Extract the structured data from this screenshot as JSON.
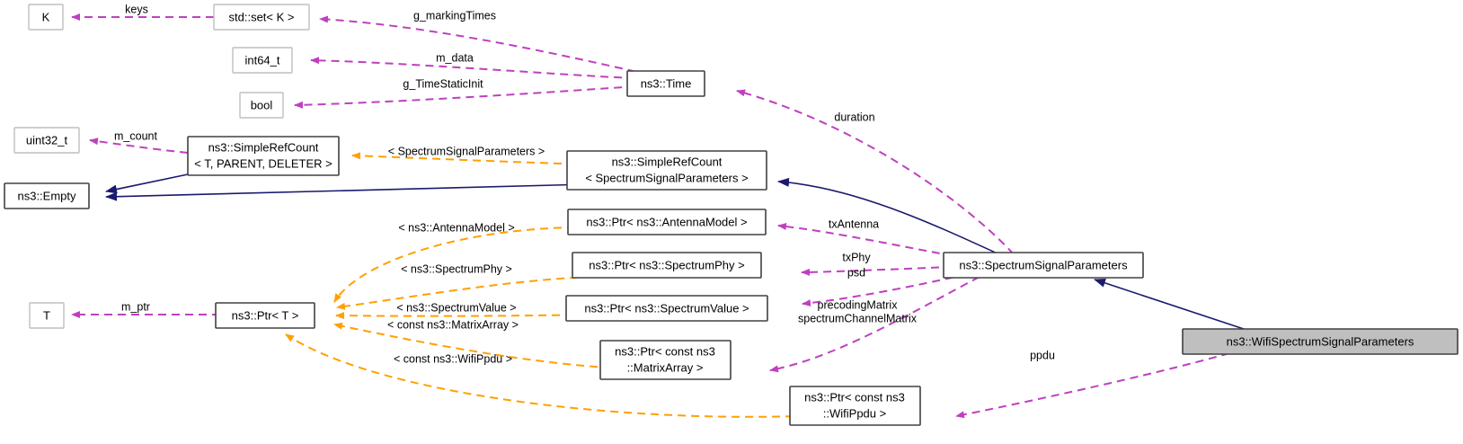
{
  "diagram": {
    "type": "collaboration-diagram",
    "colors": {
      "usage_edge": "#bf40bf",
      "template_edge": "#ffa000",
      "inheritance_edge": "#1a1a6e",
      "node_border": "#404040",
      "node_border_light": "#bfbfbf",
      "highlight_fill": "#bfbfbf",
      "background": "#ffffff"
    },
    "nodes": [
      {
        "id": "K",
        "label": "K",
        "style": "light"
      },
      {
        "id": "stdset",
        "label": "std::set< K >",
        "style": "light"
      },
      {
        "id": "int64",
        "label": "int64_t",
        "style": "light"
      },
      {
        "id": "bool",
        "label": "bool",
        "style": "light"
      },
      {
        "id": "uint32",
        "label": "uint32_t",
        "style": "light"
      },
      {
        "id": "empty",
        "label": "ns3::Empty",
        "style": "normal"
      },
      {
        "id": "srcTPD",
        "label_line1": "ns3::SimpleRefCount",
        "label_line2": "< T, PARENT, DELETER >",
        "style": "normal"
      },
      {
        "id": "time",
        "label": "ns3::Time",
        "style": "normal"
      },
      {
        "id": "srcSSP",
        "label_line1": "ns3::SimpleRefCount",
        "label_line2": "< SpectrumSignalParameters >",
        "style": "normal"
      },
      {
        "id": "ptrAntenna",
        "label": "ns3::Ptr< ns3::AntennaModel >",
        "style": "normal"
      },
      {
        "id": "ptrSpectrumPhy",
        "label": "ns3::Ptr< ns3::SpectrumPhy >",
        "style": "normal"
      },
      {
        "id": "ptrSpectrumValue",
        "label": "ns3::Ptr< ns3::SpectrumValue >",
        "style": "normal"
      },
      {
        "id": "ptrT",
        "label": "ns3::Ptr< T >",
        "style": "normal"
      },
      {
        "id": "T",
        "label": "T",
        "style": "light"
      },
      {
        "id": "ptrMatrixArray",
        "label_line1": "ns3::Ptr< const ns3",
        "label_line2": "::MatrixArray >",
        "style": "normal"
      },
      {
        "id": "ptrWifiPpdu",
        "label_line1": "ns3::Ptr< const ns3",
        "label_line2": "::WifiPpdu >",
        "style": "normal"
      },
      {
        "id": "ssp",
        "label": "ns3::SpectrumSignalParameters",
        "style": "normal"
      },
      {
        "id": "wifissp",
        "label": "ns3::WifiSpectrumSignalParameters",
        "style": "highlight"
      }
    ],
    "edge_labels": {
      "keys": "keys",
      "g_markingTimes": "g_markingTimes",
      "m_data": "m_data",
      "g_TimeStaticInit": "g_TimeStaticInit",
      "m_count": "m_count",
      "m_ptr": "m_ptr",
      "duration": "duration",
      "txAntenna": "txAntenna",
      "txPhy": "txPhy",
      "psd": "psd",
      "precodingMatrix": "precodingMatrix",
      "spectrumChannelMatrix": "spectrumChannelMatrix",
      "ppdu": "ppdu",
      "tmpl_ssp": "< SpectrumSignalParameters >",
      "tmpl_antenna": "< ns3::AntennaModel >",
      "tmpl_spectrumphy": "< ns3::SpectrumPhy >",
      "tmpl_spectrumvalue": "< ns3::SpectrumValue >",
      "tmpl_matrixarray": "< const ns3::MatrixArray >",
      "tmpl_wifippdu": "< const ns3::WifiPpdu >"
    }
  }
}
